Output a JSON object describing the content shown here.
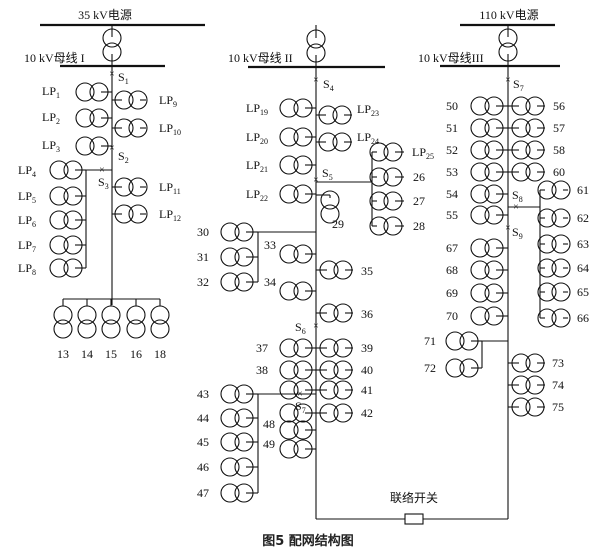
{
  "sources": {
    "s35": "35 kV电源",
    "s110": "110 kV电源"
  },
  "buses": {
    "b1": "10 kV母线 I",
    "b2": "10 kV母线 II",
    "b3": "10 kV母线III"
  },
  "switches": [
    "S",
    "S",
    "S",
    "S",
    "S",
    "S",
    "S",
    "S",
    "S",
    "S"
  ],
  "switch_subs": [
    "1",
    "2",
    "3",
    "4",
    "5",
    "6",
    "7",
    "7",
    "8",
    "9"
  ],
  "tie_switch": "联络开关",
  "caption": "图5    配网结构图",
  "lp": [
    "LP",
    "LP",
    "LP",
    "LP",
    "LP",
    "LP",
    "LP",
    "LP",
    "LP",
    "LP",
    "LP",
    "LP",
    "LP",
    "LP",
    "LP",
    "LP",
    "LP",
    "LP",
    "LP"
  ],
  "lp_subs": [
    "1",
    "2",
    "3",
    "9",
    "10",
    "4",
    "5",
    "6",
    "7",
    "8",
    "11",
    "12",
    "19",
    "20",
    "21",
    "22",
    "23",
    "24",
    "25"
  ],
  "loads": [
    "13",
    "14",
    "15",
    "16",
    "18",
    "26",
    "27",
    "28",
    "29",
    "30",
    "31",
    "32",
    "33",
    "34",
    "35",
    "36",
    "37",
    "38",
    "39",
    "40",
    "41",
    "42",
    "43",
    "44",
    "45",
    "46",
    "47",
    "48",
    "49",
    "50",
    "51",
    "52",
    "53",
    "54",
    "55",
    "56",
    "57",
    "58",
    "60",
    "61",
    "62",
    "63",
    "64",
    "65",
    "66",
    "67",
    "68",
    "69",
    "70",
    "71",
    "72",
    "73",
    "74",
    "75"
  ]
}
